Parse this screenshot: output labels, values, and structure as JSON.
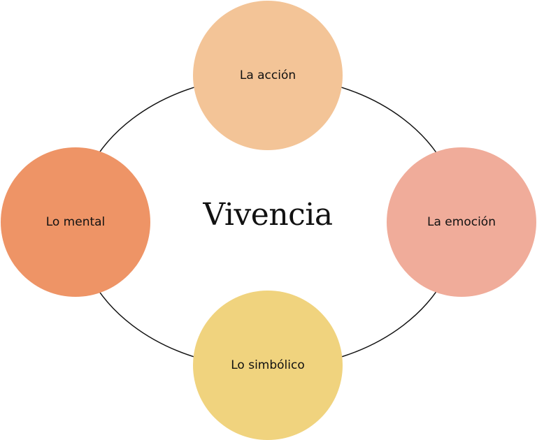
{
  "center_label": "Vivencia",
  "nodes": [
    {
      "label": "La acción",
      "color": "#F3C497"
    },
    {
      "label": "Lo mental",
      "color": "#EE9466"
    },
    {
      "label": "La emoción",
      "color": "#F0AC9A"
    },
    {
      "label": "Lo simbólico",
      "color": "#F0D37E"
    }
  ],
  "ring_color": "#111111"
}
